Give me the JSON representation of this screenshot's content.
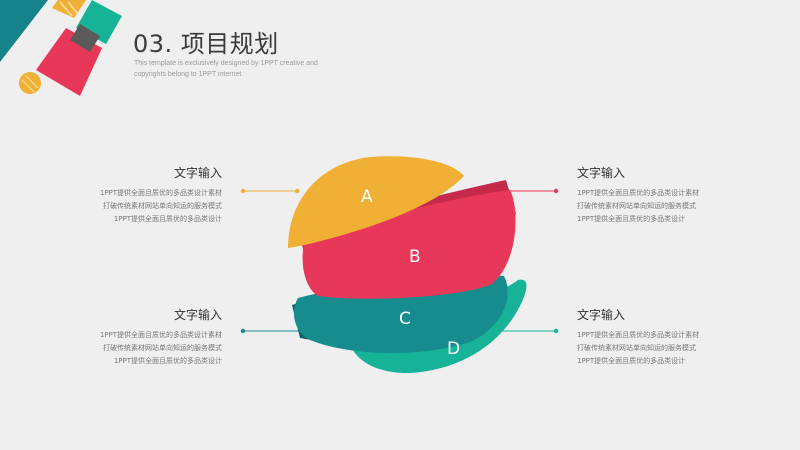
{
  "header": {
    "title": "03. 项目规划",
    "subtitle_line1": "This template is exclusively designed by 1PPT creative and",
    "subtitle_line2": "copyrights belong to 1PPT internet"
  },
  "colors": {
    "yellow": "#efb035",
    "red": "#e8385a",
    "teal": "#178c8f",
    "green": "#17b396",
    "deco_dark": "#16838a",
    "deco_gray": "#5a5a5a"
  },
  "segments": [
    {
      "label": "A"
    },
    {
      "label": "B"
    },
    {
      "label": "C"
    },
    {
      "label": "D"
    }
  ],
  "blocks": [
    {
      "title": "文字输入",
      "line1": "1PPT提供全面且质优的多品类设计素材",
      "line2": "打破传统素材网站单向知运的服务模式",
      "line3": "1PPT提供全面且质优的多品类设计"
    },
    {
      "title": "文字输入",
      "line1": "1PPT提供全面且质优的多品类设计素材",
      "line2": "打破传统素材网站单向知运的服务模式",
      "line3": "1PPT提供全面且质优的多品类设计"
    },
    {
      "title": "文字输入",
      "line1": "1PPT提供全面且质优的多品类设计素材",
      "line2": "打破传统素材网站单向知运的服务模式",
      "line3": "1PPT提供全面且质优的多品类设计"
    },
    {
      "title": "文字输入",
      "line1": "1PPT提供全面且质优的多品类设计素材",
      "line2": "打破传统素材网站单向知运的服务模式",
      "line3": "1PPT提供全面且质优的多品类设计"
    }
  ]
}
